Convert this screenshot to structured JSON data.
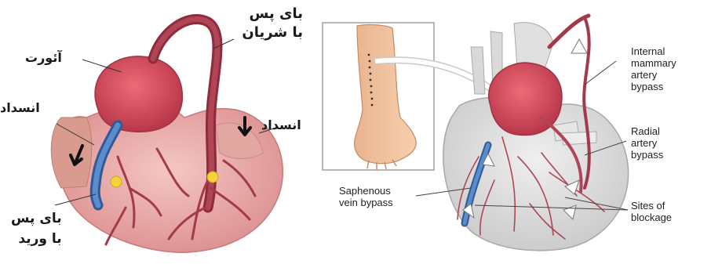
{
  "left_panel": {
    "labels": {
      "bypass_artery": [
        "بای پس",
        "با شریان"
      ],
      "aorta": "آئورت",
      "blockage_left": "انسداد",
      "blockage_right": "انسداد",
      "bypass_vein": [
        "بای پس",
        "با ورید"
      ]
    }
  },
  "right_panel": {
    "labels": {
      "internal_mammary": [
        "Internal",
        "mammary",
        "artery",
        "bypass"
      ],
      "radial": [
        "Radial",
        "artery",
        "bypass"
      ],
      "saphenous": [
        "Saphenous",
        "vein bypass"
      ],
      "sites": [
        "Sites of",
        "blockage"
      ]
    }
  },
  "colors": {
    "heart_pink": "#e8a6a6",
    "aorta_red": "#d4505f",
    "artery_dark": "#9b2f3f",
    "vein_blue": "#4a78b8",
    "blockage_yellow": "#f3d23a",
    "grey_heart": "#dcdcdc"
  }
}
